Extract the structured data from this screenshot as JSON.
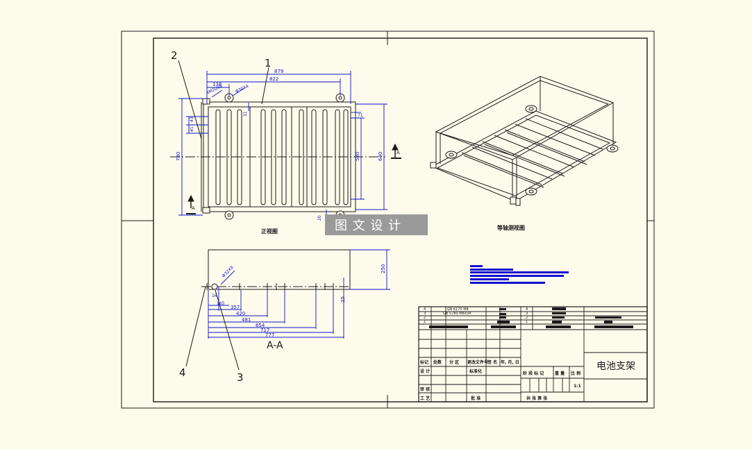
{
  "drawing": {
    "title": "电池支架",
    "colors": {
      "paper": "#fdfbeb",
      "line": "#1a1a1a",
      "dimension": "#1010d0",
      "note": "#1010d0",
      "watermark_bg": "#9a9a9a",
      "watermark_text": "#ffffff"
    }
  },
  "front_view": {
    "caption": "正视图",
    "dims": {
      "top_overall": "879",
      "top_inner": "822",
      "top_left": "138",
      "hole_note_1": "4M20X4",
      "hole_note_2": "Φ30X4",
      "left_a": "43",
      "left_b": "41",
      "left_height": "780",
      "inner_height": "580",
      "outer_height": "640",
      "small_31": "31",
      "small_71": "71",
      "bottom_20": "20"
    }
  },
  "section_view": {
    "caption": "A-A",
    "dims": {
      "height": "250",
      "side_25": "25",
      "hole": "Φ32X9",
      "small_a": "16",
      "d1": "165",
      "d2": "357",
      "d3": "420",
      "d4": "481",
      "d5": "654",
      "d6": "717",
      "d7": "777"
    }
  },
  "iso_view": {
    "caption": "等轴测视图"
  },
  "balloons": [
    "1",
    "2",
    "3",
    "4"
  ],
  "section_marker": "A",
  "watermark": {
    "text": "图 文 设 计"
  },
  "title_block": {
    "parts_rows": [
      {
        "no": "4",
        "code": "GB 6170 M8"
      },
      {
        "no": "3",
        "code": "GB 5780 M8X34"
      },
      {
        "no": "2",
        "code": ""
      },
      {
        "no": "1",
        "code": ""
      }
    ],
    "headers": [
      "标记",
      "处数",
      "分 区",
      "更改文件号",
      "签 名",
      "年, 月, 日"
    ],
    "labels": {
      "design": "设 计",
      "standard": "标准化",
      "review": "审 核",
      "process": "工 艺",
      "approve": "批 准",
      "stage": "阶 段 标 记",
      "weight": "重 量",
      "scale": "比 例",
      "scale_value": "1:1",
      "sheets": "共    张    第    张"
    }
  }
}
